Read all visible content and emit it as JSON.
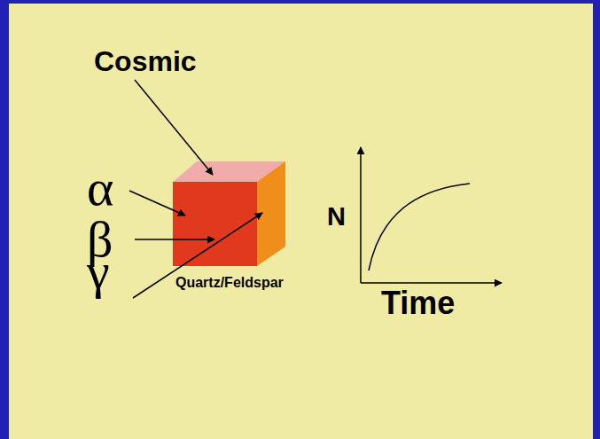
{
  "diagram": {
    "nodes": [
      {
        "text": [
          "Quartz/Feldspar"
        ]
      }
    ],
    "labels": [
      "Cosmic",
      "α",
      "β",
      "γ",
      "N",
      "Time"
    ]
  }
}
